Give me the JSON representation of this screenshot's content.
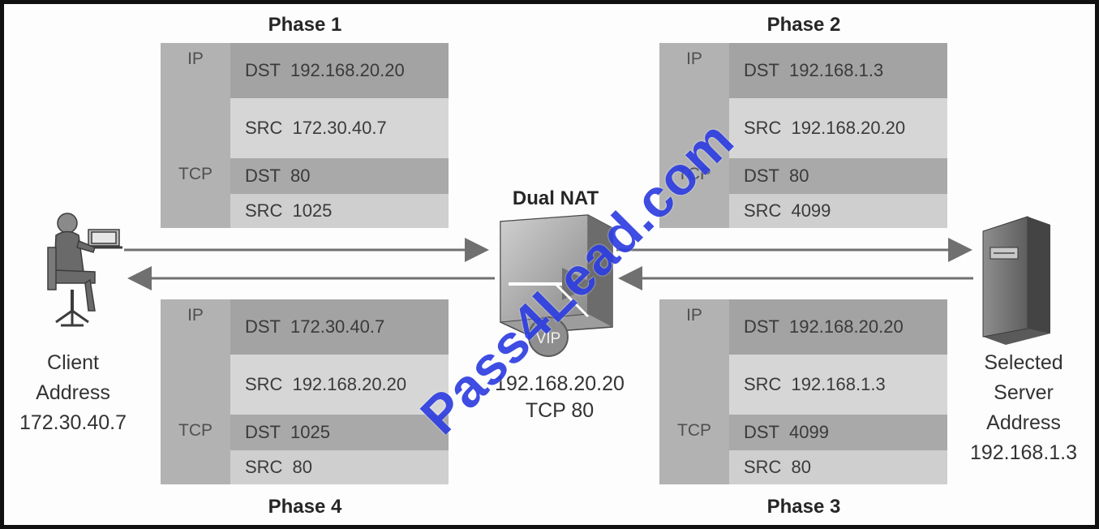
{
  "phases": {
    "p1": {
      "title": "Phase 1",
      "ip_label": "IP",
      "tcp_label": "TCP",
      "rows": [
        {
          "key": "DST",
          "value": "192.168.20.20"
        },
        {
          "key": "SRC",
          "value": "172.30.40.7"
        },
        {
          "key": "DST",
          "value": "80"
        },
        {
          "key": "SRC",
          "value": "1025"
        }
      ]
    },
    "p2": {
      "title": "Phase 2",
      "ip_label": "IP",
      "tcp_label": "TCP",
      "rows": [
        {
          "key": "DST",
          "value": "192.168.1.3"
        },
        {
          "key": "SRC",
          "value": "192.168.20.20"
        },
        {
          "key": "DST",
          "value": "80"
        },
        {
          "key": "SRC",
          "value": "4099"
        }
      ]
    },
    "p3": {
      "title": "Phase 3",
      "ip_label": "IP",
      "tcp_label": "TCP",
      "rows": [
        {
          "key": "DST",
          "value": "192.168.20.20"
        },
        {
          "key": "SRC",
          "value": "192.168.1.3"
        },
        {
          "key": "DST",
          "value": "4099"
        },
        {
          "key": "SRC",
          "value": "80"
        }
      ]
    },
    "p4": {
      "title": "Phase 4",
      "ip_label": "IP",
      "tcp_label": "TCP",
      "rows": [
        {
          "key": "DST",
          "value": "172.30.40.7"
        },
        {
          "key": "SRC",
          "value": "192.168.20.20"
        },
        {
          "key": "DST",
          "value": "1025"
        },
        {
          "key": "SRC",
          "value": "80"
        }
      ]
    }
  },
  "nat": {
    "title": "Dual NAT",
    "vip_label": "VIP",
    "address": "192.168.20.20",
    "port": "TCP 80"
  },
  "client": {
    "line1": "Client",
    "line2": "Address",
    "line3": "172.30.40.7"
  },
  "server": {
    "line1": "Selected",
    "line2": "Server",
    "line3": "Address",
    "line4": "192.168.1.3"
  },
  "watermark": "Pass4Lead.com",
  "colors": {
    "watermark": "#2f3fe0",
    "label_bg": "#b2b2b2",
    "cell_dark": "#a3a3a3",
    "cell_light": "#d6d6d6"
  }
}
